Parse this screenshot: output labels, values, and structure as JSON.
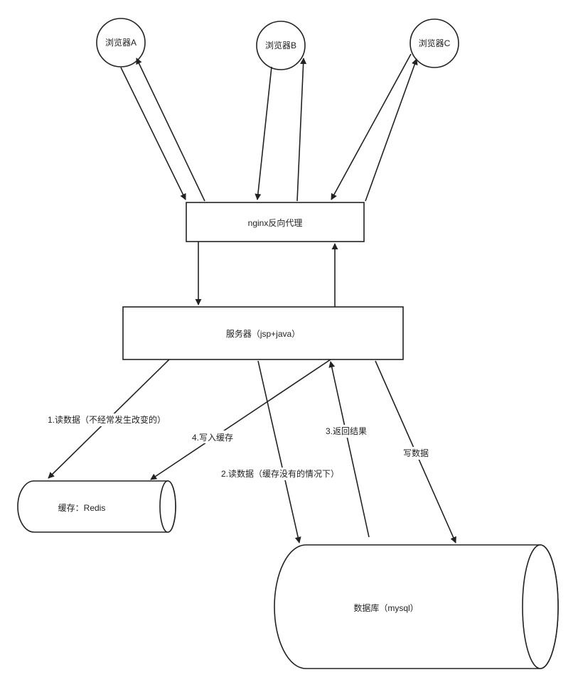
{
  "nodes": {
    "browser_a": "浏览器A",
    "browser_b": "浏览器B",
    "browser_c": "浏览器C",
    "nginx": "nginx反向代理",
    "server": "服务器（jsp+java）",
    "cache": "缓存：Redis",
    "database": "数据库（mysql）"
  },
  "edges": {
    "read_cache": "1.读数据（不经常发生改变的）",
    "read_db": "2.读数据（缓存没有的情况下）",
    "return_result": "3.返回结果",
    "write_cache": "4.写入缓存",
    "write_data": "写数据"
  },
  "colors": {
    "stroke": "#222222",
    "fill": "#ffffff"
  }
}
